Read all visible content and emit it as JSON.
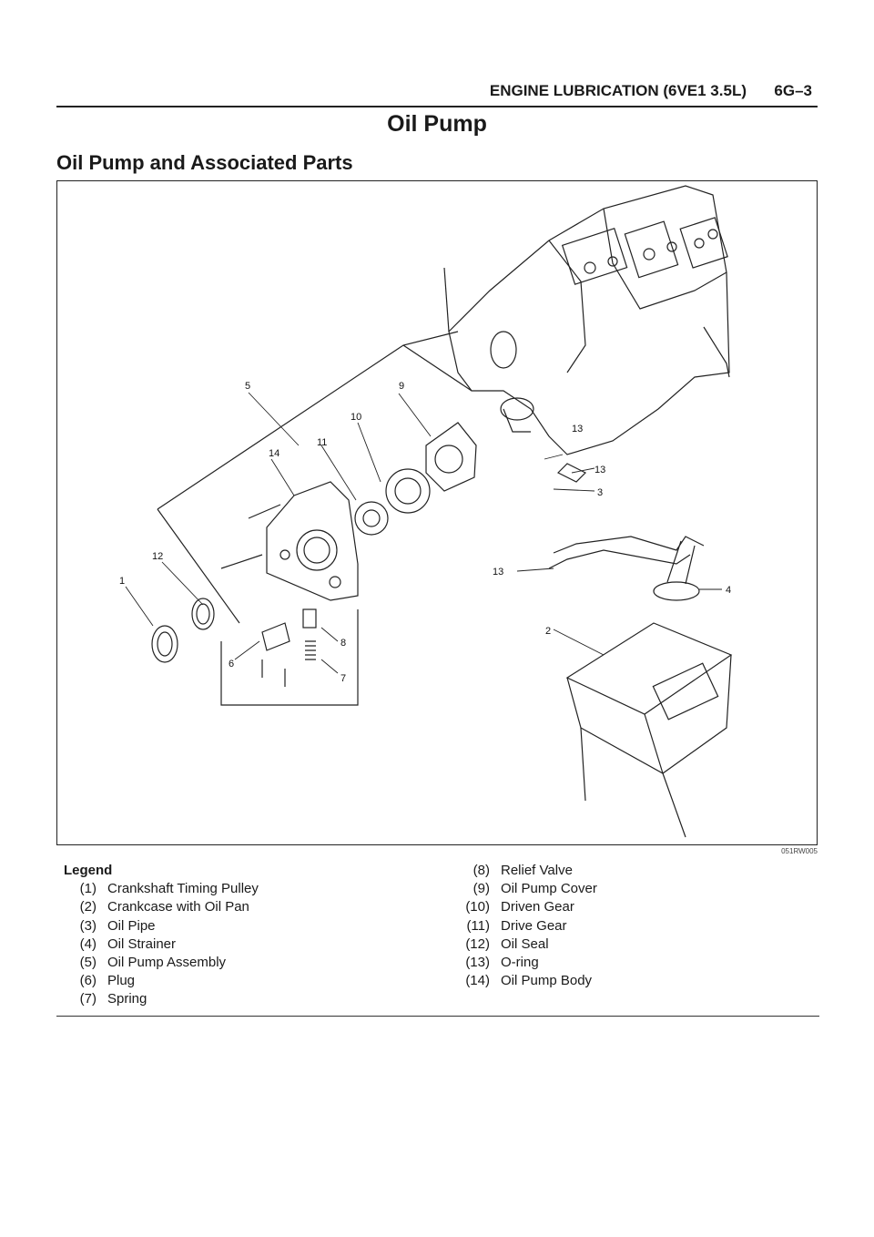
{
  "header": {
    "title": "ENGINE LUBRICATION (6VE1 3.5L)",
    "page": "6G–3"
  },
  "section_title": "Oil Pump",
  "subsection_title": "Oil Pump and Associated Parts",
  "figure": {
    "code": "051RW005",
    "callouts": [
      "1",
      "2",
      "3",
      "4",
      "5",
      "6",
      "7",
      "8",
      "9",
      "10",
      "11",
      "12",
      "13",
      "13",
      "13",
      "14"
    ]
  },
  "legend": {
    "title": "Legend",
    "left": [
      {
        "num": "(1)",
        "text": "Crankshaft Timing Pulley"
      },
      {
        "num": "(2)",
        "text": "Crankcase with Oil Pan"
      },
      {
        "num": "(3)",
        "text": "Oil Pipe"
      },
      {
        "num": "(4)",
        "text": "Oil Strainer"
      },
      {
        "num": "(5)",
        "text": "Oil Pump Assembly"
      },
      {
        "num": "(6)",
        "text": "Plug"
      },
      {
        "num": "(7)",
        "text": "Spring"
      }
    ],
    "right": [
      {
        "num": "(8)",
        "text": "Relief Valve"
      },
      {
        "num": "(9)",
        "text": "Oil Pump Cover"
      },
      {
        "num": "(10)",
        "text": "Driven Gear"
      },
      {
        "num": "(11)",
        "text": "Drive Gear"
      },
      {
        "num": "(12)",
        "text": "Oil Seal"
      },
      {
        "num": "(13)",
        "text": "O-ring"
      },
      {
        "num": "(14)",
        "text": "Oil Pump Body"
      }
    ]
  }
}
